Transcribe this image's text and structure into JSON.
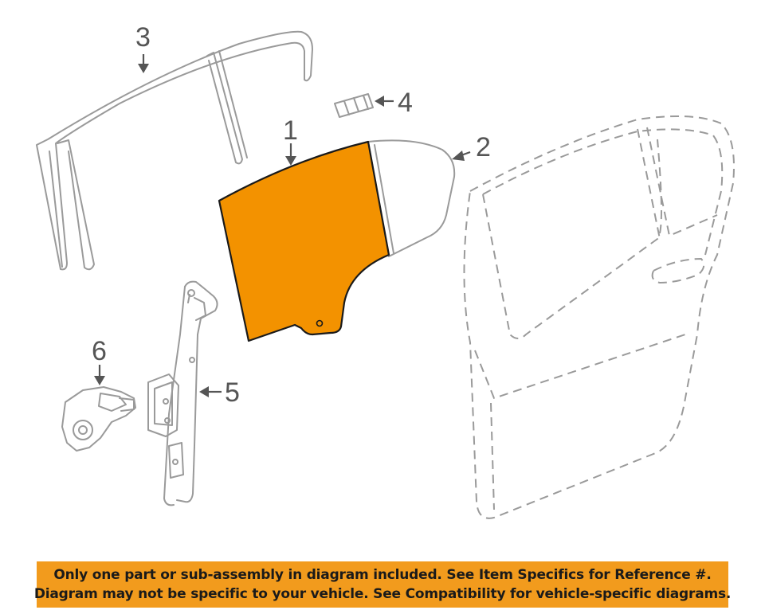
{
  "callouts": {
    "part1": "1",
    "part2": "2",
    "part3": "3",
    "part4": "4",
    "part5": "5",
    "part6": "6"
  },
  "highlight_color": "#f39200",
  "notice": {
    "line1": "Only one part or sub-assembly in diagram included. See Item Specifics for Reference #.",
    "line2": "Diagram may not be specific to your vehicle. See Compatibility for vehicle-specific diagrams.",
    "background": "#f29b1d"
  }
}
